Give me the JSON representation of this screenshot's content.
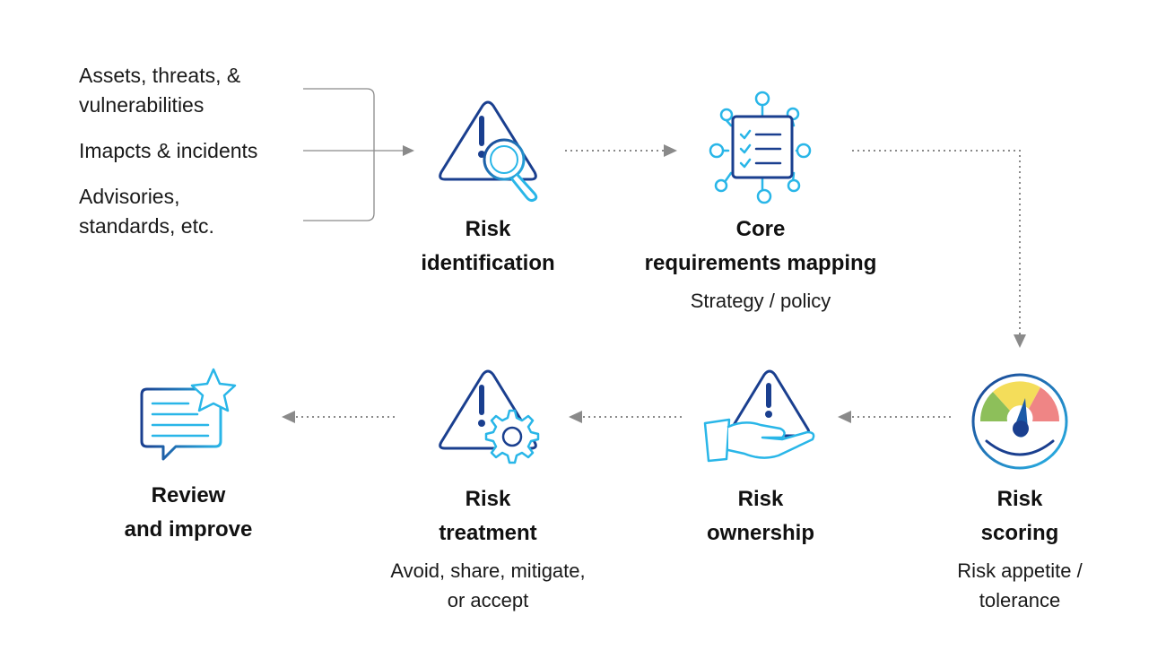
{
  "inputs": {
    "items": [
      "Assets, threats, & vulnerabilities",
      "Imapcts & incidents",
      "Advisories, standards, etc."
    ]
  },
  "steps": {
    "identification": {
      "title_line1": "Risk",
      "title_line2": "identification",
      "subtitle": ""
    },
    "mapping": {
      "title_line1": "Core",
      "title_line2": "requirements mapping",
      "subtitle": "Strategy / policy"
    },
    "scoring": {
      "title_line1": "Risk",
      "title_line2": "scoring",
      "subtitle_line1": "Risk appetite /",
      "subtitle_line2": "tolerance"
    },
    "ownership": {
      "title_line1": "Risk",
      "title_line2": "ownership",
      "subtitle": ""
    },
    "treatment": {
      "title_line1": "Risk",
      "title_line2": "treatment",
      "subtitle_line1": "Avoid, share, mitigate,",
      "subtitle_line2": "or accept"
    },
    "review": {
      "title_line1": "Review",
      "title_line2": "and improve",
      "subtitle": ""
    }
  },
  "colors": {
    "icon_dark": "#1a3f8f",
    "icon_light": "#29b6e8",
    "arrow": "#8a8a8a",
    "gauge_green": "#8dbf5a",
    "gauge_yellow": "#f4dd5a",
    "gauge_red": "#ef8585"
  },
  "icons": {
    "identification": "warning-magnifier-icon",
    "mapping": "checklist-network-icon",
    "scoring": "gauge-icon",
    "ownership": "hand-warning-icon",
    "treatment": "warning-gear-icon",
    "review": "chat-star-icon"
  }
}
